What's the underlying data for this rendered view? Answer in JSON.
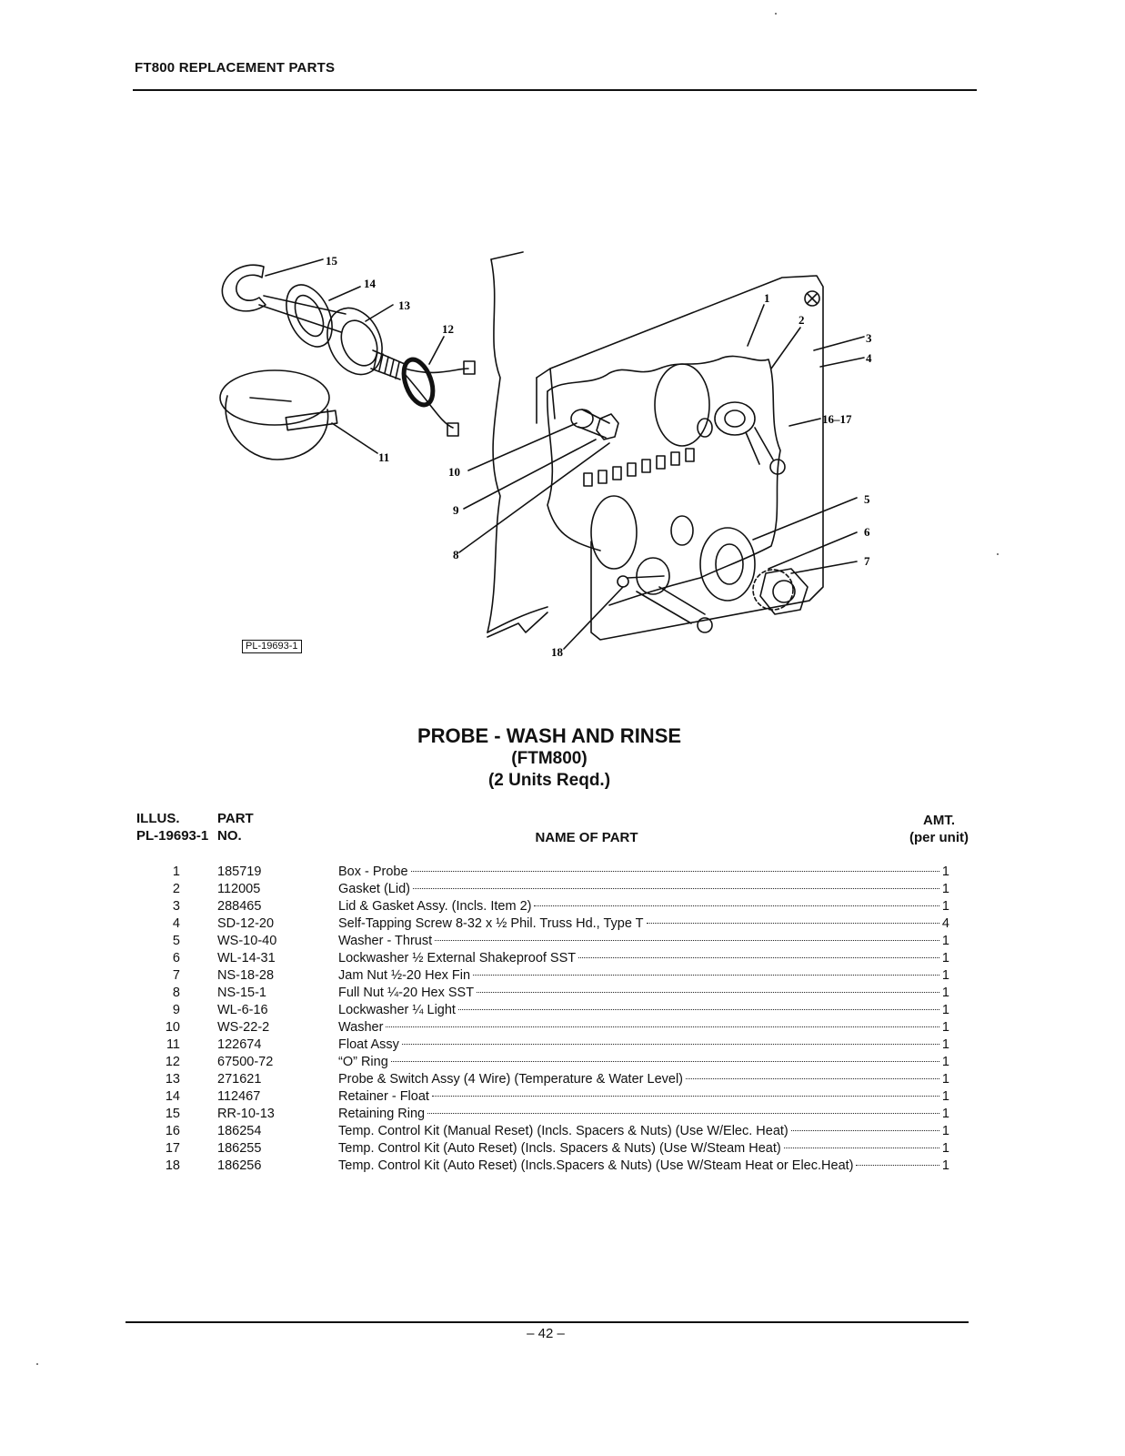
{
  "header": {
    "title": "FT800 REPLACEMENT PARTS"
  },
  "figure": {
    "plate_label": "PL-19693-1",
    "callouts": [
      "15",
      "14",
      "13",
      "12",
      "11",
      "1",
      "2",
      "3",
      "4",
      "16–17",
      "5",
      "6",
      "7",
      "10",
      "9",
      "8",
      "18"
    ]
  },
  "title": {
    "main": "PROBE - WASH AND RINSE",
    "model": "(FTM800)",
    "units": "(2 Units Reqd.)"
  },
  "columns": {
    "illus_line1": "ILLUS.",
    "illus_line2": "PL-19693-1",
    "part_line1": "PART",
    "part_line2": "NO.",
    "name": "NAME OF PART",
    "amt_line1": "AMT.",
    "amt_line2": "(per unit)"
  },
  "parts": [
    {
      "illus": "1",
      "part_no": "185719",
      "name": "Box - Probe",
      "amt": "1"
    },
    {
      "illus": "2",
      "part_no": "112005",
      "name": "Gasket (Lid)",
      "amt": "1"
    },
    {
      "illus": "3",
      "part_no": "288465",
      "name": "Lid & Gasket Assy. (Incls. Item 2)",
      "amt": "1"
    },
    {
      "illus": "4",
      "part_no": "SD-12-20",
      "name": "Self-Tapping Screw 8-32 x ½ Phil. Truss Hd., Type T",
      "amt": "4"
    },
    {
      "illus": "5",
      "part_no": "WS-10-40",
      "name": "Washer - Thrust",
      "amt": "1"
    },
    {
      "illus": "6",
      "part_no": "WL-14-31",
      "name": "Lockwasher ½ External Shakeproof SST",
      "amt": "1"
    },
    {
      "illus": "7",
      "part_no": "NS-18-28",
      "name": "Jam Nut ½-20 Hex Fin",
      "amt": "1"
    },
    {
      "illus": "8",
      "part_no": "NS-15-1",
      "name": "Full Nut ¼-20 Hex SST",
      "amt": "1"
    },
    {
      "illus": "9",
      "part_no": "WL-6-16",
      "name": "Lockwasher ¼ Light",
      "amt": "1"
    },
    {
      "illus": "10",
      "part_no": "WS-22-2",
      "name": "Washer",
      "amt": "1"
    },
    {
      "illus": "11",
      "part_no": "122674",
      "name": "Float Assy",
      "amt": "1"
    },
    {
      "illus": "12",
      "part_no": "67500-72",
      "name": "“O” Ring",
      "amt": "1"
    },
    {
      "illus": "13",
      "part_no": "271621",
      "name": "Probe & Switch Assy (4 Wire) (Temperature & Water Level)",
      "amt": "1"
    },
    {
      "illus": "14",
      "part_no": "112467",
      "name": "Retainer - Float",
      "amt": "1"
    },
    {
      "illus": "15",
      "part_no": "RR-10-13",
      "name": "Retaining Ring",
      "amt": "1"
    },
    {
      "illus": "16",
      "part_no": "186254",
      "name": "Temp. Control Kit (Manual Reset) (Incls. Spacers & Nuts) (Use W/Elec. Heat)",
      "amt": "1"
    },
    {
      "illus": "17",
      "part_no": "186255",
      "name": "Temp. Control Kit (Auto Reset) (Incls. Spacers & Nuts) (Use W/Steam Heat)",
      "amt": "1"
    },
    {
      "illus": "18",
      "part_no": "186256",
      "name": "Temp. Control Kit (Auto Reset) (Incls.Spacers & Nuts) (Use W/Steam Heat or Elec.Heat)",
      "amt": "1"
    }
  ],
  "footer": {
    "page": "– 42 –"
  }
}
